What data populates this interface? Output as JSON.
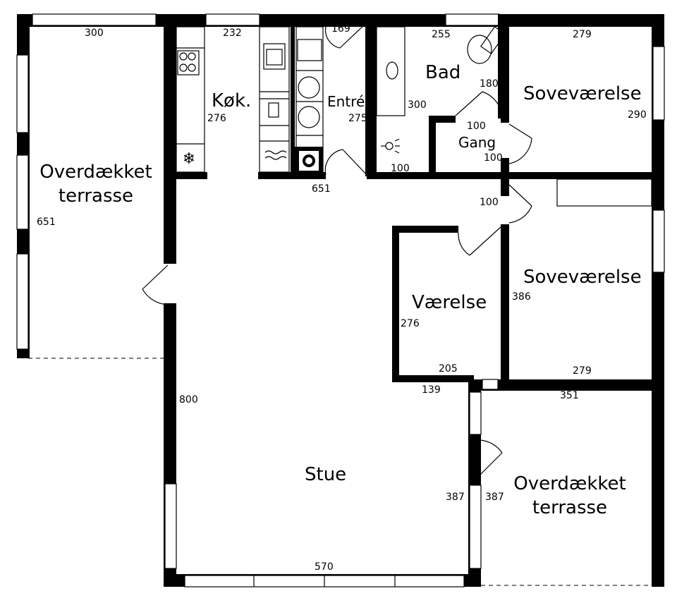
{
  "rooms": {
    "terrace_left_1": "Overdækket",
    "terrace_left_2": "terrasse",
    "kitchen": "Køk.",
    "entre": "Entré",
    "bath": "Bad",
    "bedroom_top": "Soveværelse",
    "hall": "Gang",
    "room": "Værelse",
    "bedroom_mid": "Soveværelse",
    "living": "Stue",
    "terrace_right_1": "Overdækket",
    "terrace_right_2": "terrasse"
  },
  "dimensions": {
    "d300_top": "300",
    "d232": "232",
    "d169": "169",
    "d255": "255",
    "d279_top": "279",
    "d180": "180",
    "d300_bath": "300",
    "d276_kitchen": "276",
    "d275": "275",
    "d290": "290",
    "d100_hall_a": "100",
    "d100_hall_b": "100",
    "d100_bath": "100",
    "d651_mid": "651",
    "d651_left": "651",
    "d100_corridor": "100",
    "d386": "386",
    "d276_room": "276",
    "d205": "205",
    "d279_mid": "279",
    "d139": "139",
    "d351": "351",
    "d800": "800",
    "d387_a": "387",
    "d387_b": "387",
    "d570": "570"
  }
}
